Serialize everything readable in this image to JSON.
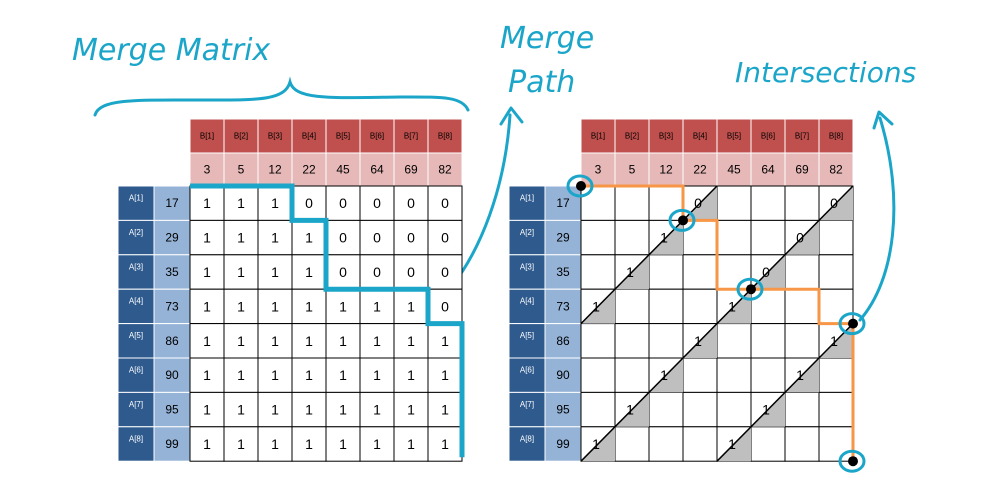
{
  "labels": {
    "merge_matrix": "Merge Matrix",
    "merge_path_line1": "Merge",
    "merge_path_line2": "Path",
    "intersections": "Intersections"
  },
  "colors": {
    "header_dark_red": "#c0504d",
    "header_light_red": "#e6b8b7",
    "a_index_dark_blue": "#2e5a8e",
    "a_value_light_blue": "#95b3d7",
    "annotation_cyan": "#1ba6c9",
    "path_orange": "#f79646",
    "diagonal_gray": "#bfbfbf",
    "point_black": "#000000"
  },
  "b_labels": [
    "B[1]",
    "B[2]",
    "B[3]",
    "B[4]",
    "B[5]",
    "B[6]",
    "B[7]",
    "B[8]"
  ],
  "b_values": [
    "3",
    "5",
    "12",
    "22",
    "45",
    "64",
    "69",
    "82"
  ],
  "a_labels": [
    "A[1]",
    "A[2]",
    "A[3]",
    "A[4]",
    "A[5]",
    "A[6]",
    "A[7]",
    "A[8]"
  ],
  "a_values": [
    "17",
    "29",
    "35",
    "73",
    "86",
    "90",
    "95",
    "99"
  ],
  "merge_matrix": [
    [
      "1",
      "1",
      "1",
      "0",
      "0",
      "0",
      "0",
      "0"
    ],
    [
      "1",
      "1",
      "1",
      "1",
      "0",
      "0",
      "0",
      "0"
    ],
    [
      "1",
      "1",
      "1",
      "1",
      "0",
      "0",
      "0",
      "0"
    ],
    [
      "1",
      "1",
      "1",
      "1",
      "1",
      "1",
      "1",
      "0"
    ],
    [
      "1",
      "1",
      "1",
      "1",
      "1",
      "1",
      "1",
      "1"
    ],
    [
      "1",
      "1",
      "1",
      "1",
      "1",
      "1",
      "1",
      "1"
    ],
    [
      "1",
      "1",
      "1",
      "1",
      "1",
      "1",
      "1",
      "1"
    ],
    [
      "1",
      "1",
      "1",
      "1",
      "1",
      "1",
      "1",
      "1"
    ]
  ],
  "diagonal_marks": [
    {
      "row": 0,
      "col": 3,
      "value": "0"
    },
    {
      "row": 0,
      "col": 7,
      "value": "0"
    },
    {
      "row": 1,
      "col": 2,
      "value": "1"
    },
    {
      "row": 1,
      "col": 6,
      "value": "0"
    },
    {
      "row": 2,
      "col": 1,
      "value": "1"
    },
    {
      "row": 2,
      "col": 5,
      "value": "0"
    },
    {
      "row": 3,
      "col": 0,
      "value": "1"
    },
    {
      "row": 3,
      "col": 4,
      "value": "1"
    },
    {
      "row": 4,
      "col": 3,
      "value": "1"
    },
    {
      "row": 4,
      "col": 7,
      "value": "1"
    },
    {
      "row": 5,
      "col": 2,
      "value": "1"
    },
    {
      "row": 5,
      "col": 6,
      "value": "1"
    },
    {
      "row": 6,
      "col": 1,
      "value": "1"
    },
    {
      "row": 6,
      "col": 5,
      "value": "1"
    },
    {
      "row": 7,
      "col": 0,
      "value": "1"
    },
    {
      "row": 7,
      "col": 4,
      "value": "1"
    }
  ],
  "merge_path_vertices": [
    [
      0,
      0
    ],
    [
      0,
      3
    ],
    [
      1,
      3
    ],
    [
      1,
      4
    ],
    [
      3,
      4
    ],
    [
      3,
      7
    ],
    [
      4,
      7
    ],
    [
      4,
      8
    ],
    [
      8,
      8
    ]
  ],
  "intersection_points": [
    [
      0,
      0
    ],
    [
      1,
      3
    ],
    [
      3,
      5
    ],
    [
      4,
      8
    ],
    [
      8,
      8
    ]
  ]
}
